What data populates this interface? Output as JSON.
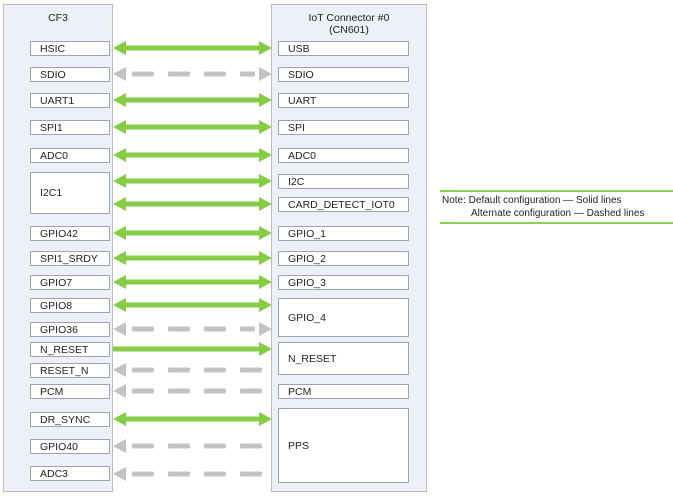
{
  "left_panel": {
    "title": "CF3",
    "signals": [
      "HSIC",
      "SDIO",
      "UART1",
      "SPI1",
      "ADC0",
      "I2C1",
      "GPIO42",
      "SPI1_SRDY",
      "GPIO7",
      "GPIO8",
      "GPIO36",
      "N_RESET",
      "RESET_N",
      "PCM",
      "DR_SYNC",
      "GPIO40",
      "ADC3"
    ]
  },
  "right_panel": {
    "title_line1": "IoT Connector #0",
    "title_line2": "(CN601)",
    "signals": [
      "USB",
      "SDIO",
      "UART",
      "SPI",
      "ADC0",
      "I2C",
      "CARD_DETECT_IOT0",
      "GPIO_1",
      "GPIO_2",
      "GPIO_3",
      "GPIO_4",
      "N_RESET",
      "PCM",
      "PPS"
    ]
  },
  "connections": [
    {
      "from": "HSIC",
      "to": "USB",
      "style": "solid",
      "direction": "both"
    },
    {
      "from": "SDIO",
      "to": "SDIO",
      "style": "dashed",
      "direction": "both"
    },
    {
      "from": "UART1",
      "to": "UART",
      "style": "solid",
      "direction": "both"
    },
    {
      "from": "SPI1",
      "to": "SPI",
      "style": "solid",
      "direction": "both"
    },
    {
      "from": "ADC0",
      "to": "ADC0",
      "style": "solid",
      "direction": "both"
    },
    {
      "from": "I2C1",
      "to": "I2C",
      "style": "solid",
      "direction": "both"
    },
    {
      "from": "I2C1",
      "to": "CARD_DETECT_IOT0",
      "style": "solid",
      "direction": "both"
    },
    {
      "from": "GPIO42",
      "to": "GPIO_1",
      "style": "solid",
      "direction": "both"
    },
    {
      "from": "SPI1_SRDY",
      "to": "GPIO_2",
      "style": "solid",
      "direction": "both"
    },
    {
      "from": "GPIO7",
      "to": "GPIO_3",
      "style": "solid",
      "direction": "both"
    },
    {
      "from": "GPIO8",
      "to": "GPIO_4",
      "style": "solid",
      "direction": "both"
    },
    {
      "from": "GPIO36",
      "to": "GPIO_4",
      "style": "dashed",
      "direction": "both"
    },
    {
      "from": "N_RESET",
      "to": "N_RESET",
      "style": "solid",
      "direction": "right"
    },
    {
      "from": "RESET_N",
      "to": "N_RESET",
      "style": "dashed",
      "direction": "left"
    },
    {
      "from": "PCM",
      "to": "PCM",
      "style": "dashed",
      "direction": "left"
    },
    {
      "from": "DR_SYNC",
      "to": "PPS",
      "style": "solid",
      "direction": "both"
    },
    {
      "from": "GPIO40",
      "to": "PPS",
      "style": "dashed",
      "direction": "left"
    },
    {
      "from": "ADC3",
      "to": "PPS",
      "style": "dashed",
      "direction": "left"
    }
  ],
  "colors": {
    "solid": "#86cc45",
    "dashed": "#c3c3c3",
    "panel": "#eef0f7",
    "note_rule": "#8dcf4e"
  },
  "note": {
    "line1": "Note: Default configuration — Solid lines",
    "line2": "Alternate configuration — Dashed lines"
  }
}
